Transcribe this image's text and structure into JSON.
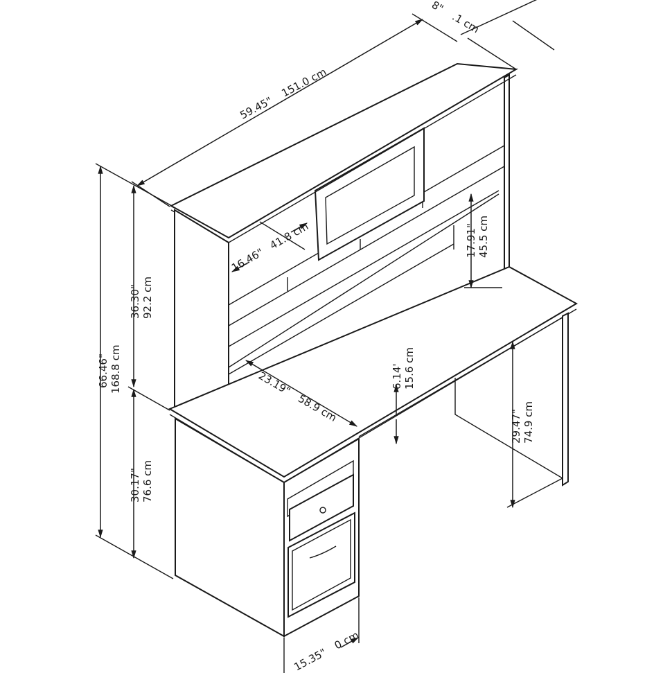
{
  "dimensions": {
    "depth_top": {
      "inches": "8\"",
      "cm": ".1 cm"
    },
    "width": {
      "inches": "59.45\"",
      "cm": "151.0 cm"
    },
    "total_height": {
      "inches": "66.46\"",
      "cm": "168.8 cm"
    },
    "hutch_height": {
      "inches": "36.30\"",
      "cm": "92.2 cm"
    },
    "desk_height_side": {
      "inches": "30.17\"",
      "cm": "76.6 cm"
    },
    "cubby_width": {
      "inches": "16.46\"",
      "cm": "41.8 cm"
    },
    "hutch_clearance": {
      "inches": "17.91\"",
      "cm": "45.5 cm"
    },
    "desk_depth": {
      "inches": "23.19\"",
      "cm": "58.9 cm"
    },
    "apron_height": {
      "inches": "6.14'",
      "cm": "15.6 cm"
    },
    "knee_clearance": {
      "inches": "29.47\"",
      "cm": "74.9 cm"
    },
    "pedestal_width": {
      "inches": "15.35\"",
      "cm": "0 cm"
    }
  }
}
